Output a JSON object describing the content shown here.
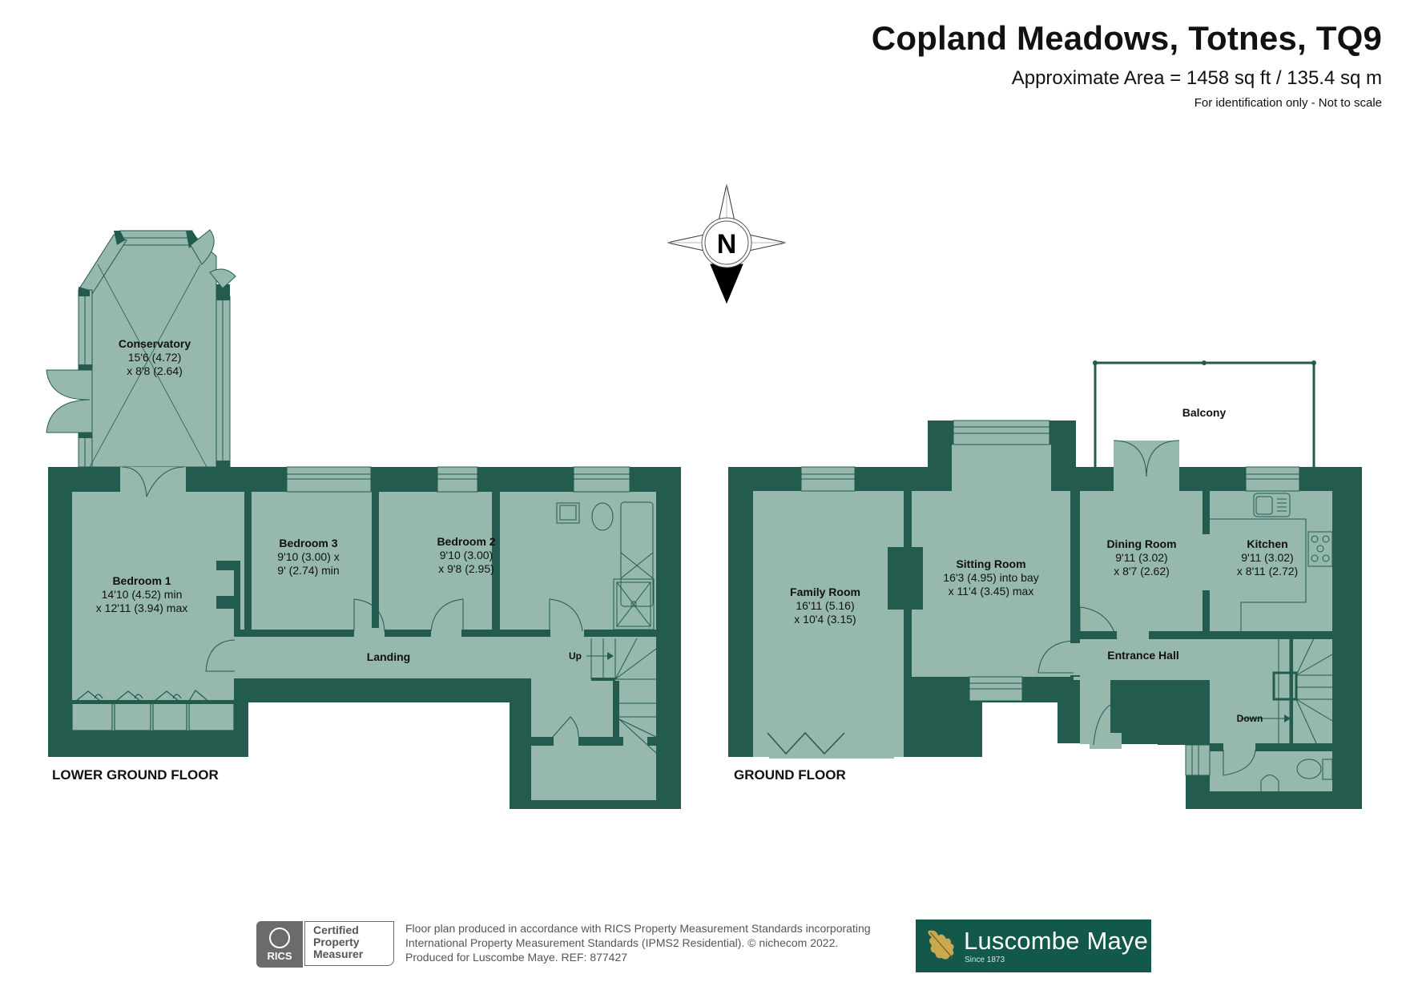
{
  "header": {
    "title": "Copland Meadows, Totnes, TQ9",
    "area": "Approximate Area = 1458 sq ft / 135.4 sq m",
    "note": "For identification only - Not to scale"
  },
  "compass": {
    "label": "N"
  },
  "colors": {
    "wall": "#235B4E",
    "floor": "#96B8AD",
    "brand": "#12594B"
  },
  "floors": {
    "lower_ground": {
      "label": "LOWER GROUND FLOOR",
      "rooms": {
        "conservatory": {
          "name": "Conservatory",
          "dim1": "15'6 (4.72)",
          "dim2": "x 8'8 (2.64)"
        },
        "bedroom1": {
          "name": "Bedroom 1",
          "dim1": "14'10 (4.52) min",
          "dim2": "x 12'11 (3.94) max"
        },
        "bedroom3": {
          "name": "Bedroom 3",
          "dim1": "9'10 (3.00) x",
          "dim2": "9' (2.74) min"
        },
        "bedroom2": {
          "name": "Bedroom 2",
          "dim1": "9'10 (3.00)",
          "dim2": "x 9'8 (2.95)"
        },
        "landing": {
          "name": "Landing"
        }
      },
      "stairs_label": "Up"
    },
    "ground": {
      "label": "GROUND FLOOR",
      "rooms": {
        "family": {
          "name": "Family Room",
          "dim1": "16'11 (5.16)",
          "dim2": "x 10'4 (3.15)"
        },
        "sitting": {
          "name": "Sitting Room",
          "dim1": "16'3 (4.95) into bay",
          "dim2": "x 11'4 (3.45) max"
        },
        "dining": {
          "name": "Dining Room",
          "dim1": "9'11 (3.02)",
          "dim2": "x 8'7 (2.62)"
        },
        "kitchen": {
          "name": "Kitchen",
          "dim1": "9'11 (3.02)",
          "dim2": "x 8'11 (2.72)"
        },
        "entrance": {
          "name": "Entrance Hall"
        },
        "balcony": {
          "name": "Balcony"
        }
      },
      "stairs_label": "Down"
    }
  },
  "footer": {
    "rics_short": "RICS",
    "rics_badge": [
      "Certified",
      "Property",
      "Measurer"
    ],
    "lines": [
      "Floor plan produced in accordance with RICS Property Measurement Standards incorporating",
      "International Property Measurement Standards (IPMS2 Residential).   © nichecom 2022.",
      "Produced for Luscombe Maye.   REF:  877427"
    ],
    "agent_name": "Luscombe Maye",
    "agent_since": "Since 1873"
  }
}
